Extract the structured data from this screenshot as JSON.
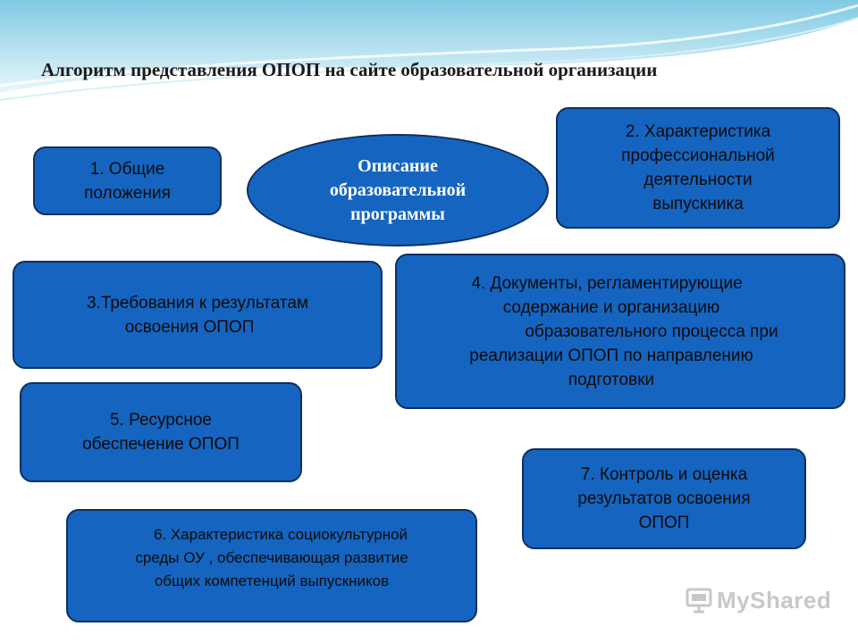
{
  "title": "Алгоритм представления ОПОП на сайте образовательной организации",
  "center": {
    "lines": [
      "Описание",
      "образовательной",
      "программы"
    ]
  },
  "boxes": {
    "b1": {
      "lines": [
        "1. Общие",
        "положения"
      ]
    },
    "b2": {
      "lines": [
        "2.  Характеристика",
        "профессиональной",
        "деятельности",
        "выпускника"
      ]
    },
    "b3": {
      "lines": [
        "3.Требования к результатам",
        "освоения ОПОП"
      ]
    },
    "b4": {
      "lines": [
        "4. Документы, регламентирующие",
        "содержание и организацию",
        "образовательного процесса при",
        "реализации ОПОП по направлению",
        "подготовки"
      ]
    },
    "b5": {
      "lines": [
        "5. Ресурсное",
        "обеспечение ОПОП"
      ]
    },
    "b6": {
      "lines": [
        "6. Характеристика социокультурной",
        "среды ОУ ,  обеспечивающая развитие",
        "общих компетенций выпускников"
      ]
    },
    "b7": {
      "lines": [
        "7. Контроль и оценка",
        "результатов освоения",
        "ОПОП"
      ]
    }
  },
  "watermark": {
    "text": "MyShared"
  },
  "colors": {
    "box_fill": "#1565C0",
    "box_border": "#0d2f5e",
    "wave": "#9fd8ea"
  }
}
